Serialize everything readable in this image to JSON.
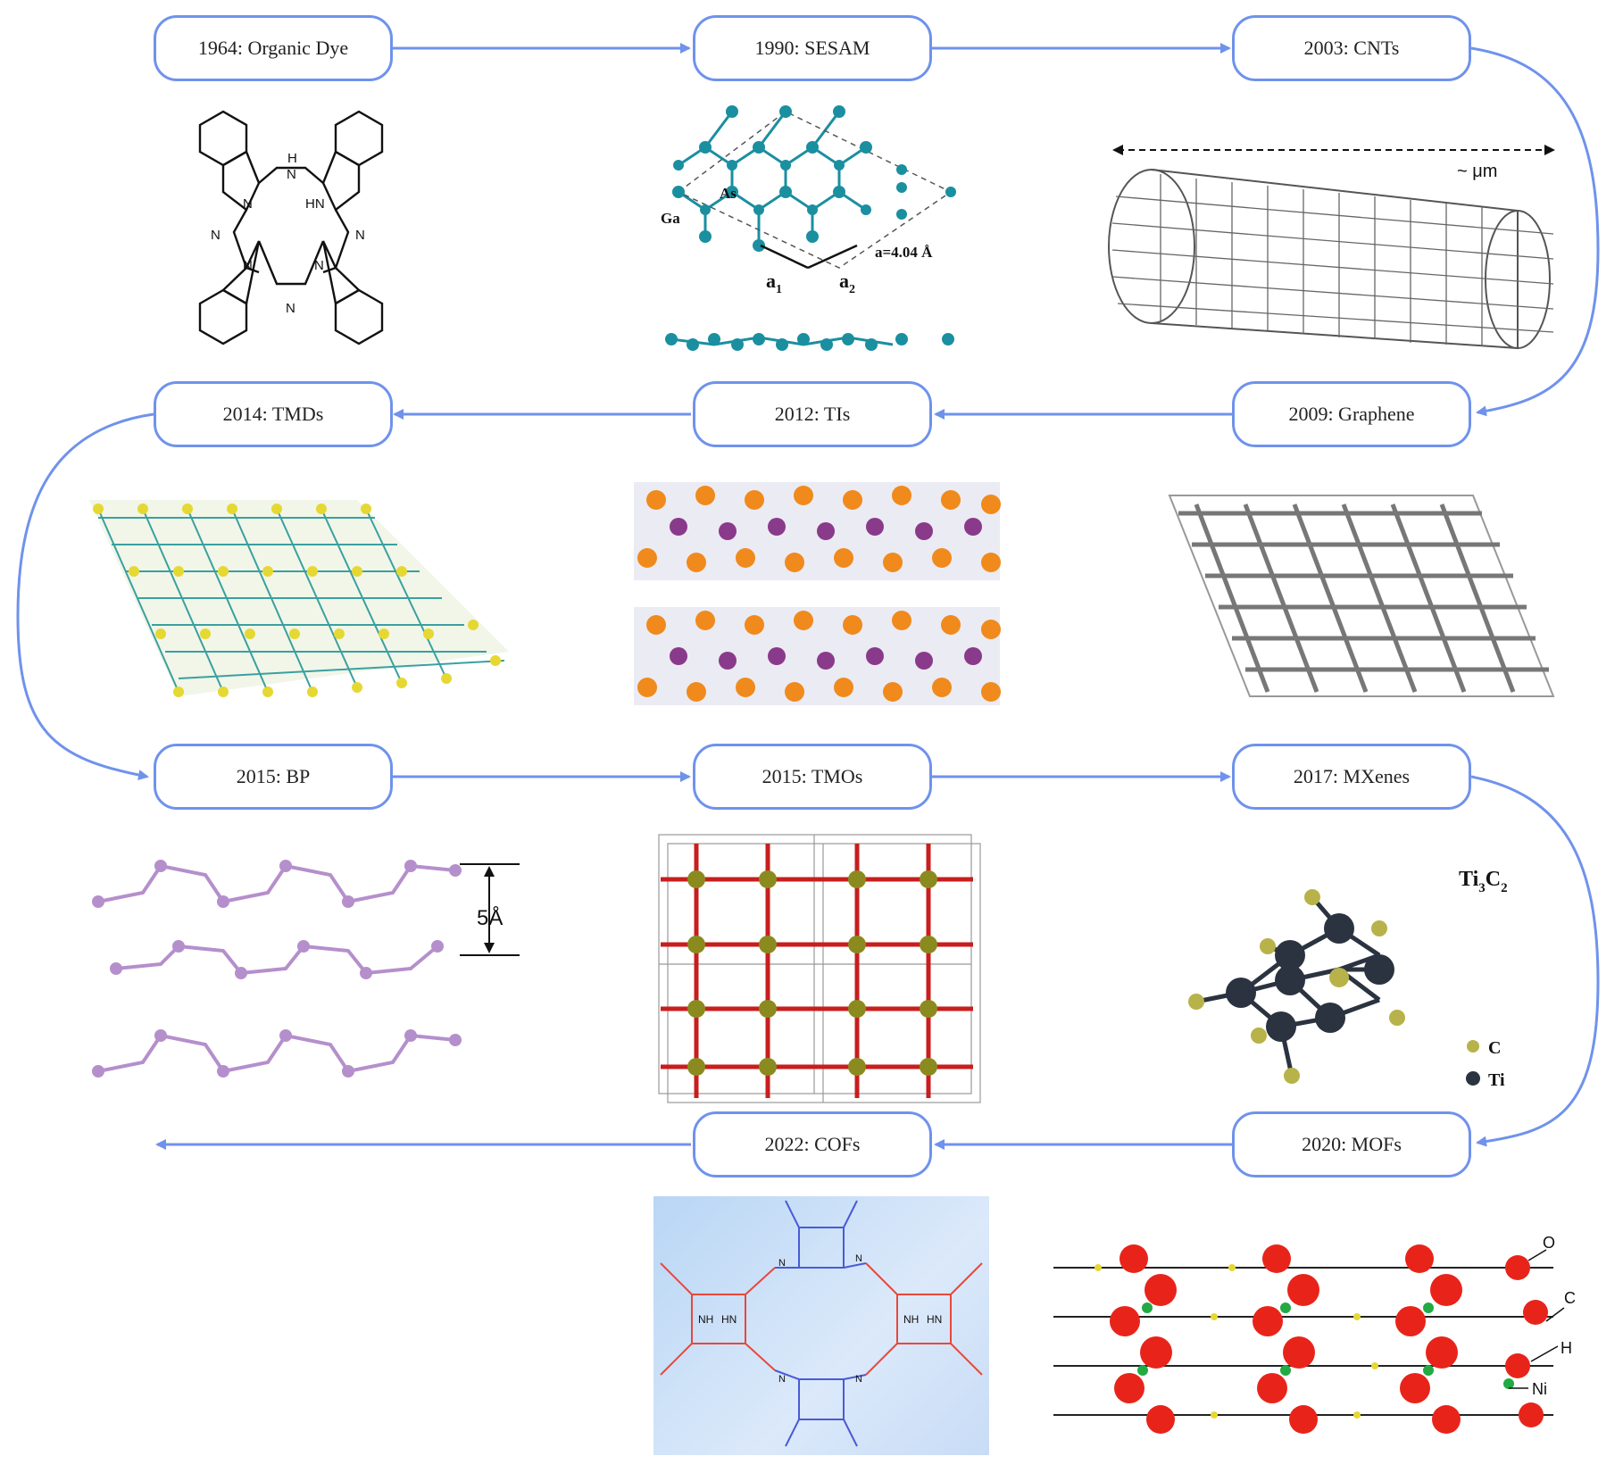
{
  "milestones": [
    {
      "label": "1964: Organic Dye"
    },
    {
      "label": "1990: SESAM"
    },
    {
      "label": "2003: CNTs"
    },
    {
      "label": "2009: Graphene"
    },
    {
      "label": "2012: TIs"
    },
    {
      "label": "2014: TMDs"
    },
    {
      "label": "2015: BP"
    },
    {
      "label": "2015: TMOs"
    },
    {
      "label": "2017: MXenes"
    },
    {
      "label": "2020: MOFs"
    },
    {
      "label": "2022: COFs"
    }
  ],
  "dye_labels": {
    "h": "H",
    "n": "N",
    "hn": "HN"
  },
  "sesam_labels": {
    "ga": "Ga",
    "as": "As",
    "a1": "a",
    "a1_sub": "1",
    "a2": "a",
    "a2_sub": "2",
    "lattice": "a=4.04 Å"
  },
  "cnt_labels": {
    "length": "~ μm"
  },
  "bp_labels": {
    "spacing": "5Å"
  },
  "mxene_labels": {
    "formula": "Ti",
    "formula_sub1": "3",
    "formula_c": "C",
    "formula_sub2": "2",
    "legend_c": "C",
    "legend_ti": "Ti"
  },
  "cof_labels": {
    "nh": "NH",
    "hn": "HN",
    "n": "N"
  },
  "mof_labels": {
    "o": "O",
    "c": "C",
    "h": "H",
    "ni": "Ni"
  },
  "colors": {
    "arrow": "#6f92ec",
    "node_border": "#6f92ec",
    "sesam": "#1a8fa0",
    "tis_orange": "#f08a1c",
    "tis_purple": "#8a3a8a",
    "bp": "#b58fcc",
    "tmo_red": "#c81e1e",
    "tmo_olive": "#8a8a1e",
    "mxene_c": "#b8b24a",
    "mxene_ti": "#2b3340",
    "graphene": "#777777",
    "mof_red": "#e8241a",
    "mof_green": "#22aa44",
    "cof_red": "#e8483a",
    "cof_blue": "#4a5ad8"
  }
}
